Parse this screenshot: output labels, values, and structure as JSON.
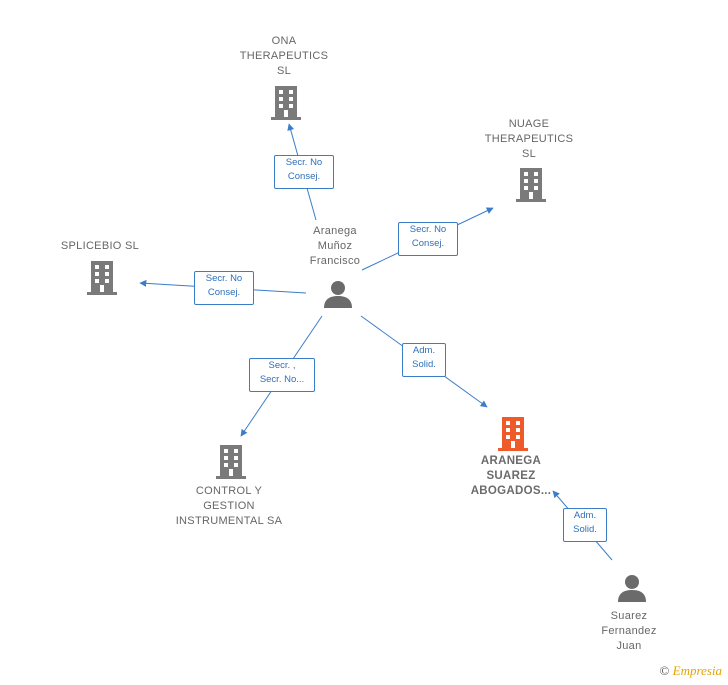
{
  "colors": {
    "edge": "#3a7dc9",
    "building": "#7a7a7a",
    "building_main": "#ef5a2a",
    "person": "#6b6b6b"
  },
  "nodes": {
    "ona": "ONA\nTHERAPEUTICS\nSL",
    "nuage": "NUAGE\nTHERAPEUTICS\nSL",
    "splicebio": "SPLICEBIO  SL",
    "control": "CONTROL Y\nGESTION\nINSTRUMENTAL SA",
    "aranega_suarez": "ARANEGA\nSUAREZ\nABOGADOS...",
    "aranega_francisco": "Aranega\nMuñoz\nFrancisco",
    "suarez_juan": "Suarez\nFernandez\nJuan"
  },
  "edges": {
    "to_ona": "Secr.  No\nConsej.",
    "to_nuage": "Secr.  No\nConsej.",
    "to_splicebio": "Secr.  No\nConsej.",
    "to_control": "Secr. ,\nSecr. No...",
    "to_aranega_suarez": "Adm.\nSolid.",
    "juan_to_aranega_suarez": "Adm.\nSolid."
  },
  "footer": {
    "copyright": "©",
    "brand": "Empresia"
  }
}
